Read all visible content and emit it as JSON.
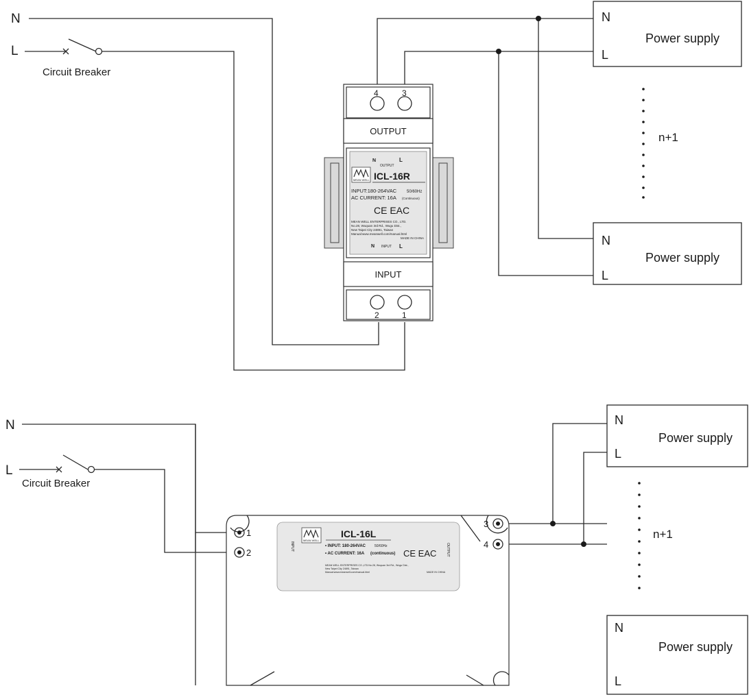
{
  "labels": {
    "n": "N",
    "l": "L",
    "breaker": "Circuit Breaker",
    "power_supply": "Power supply",
    "n_plus_1": "n+1"
  },
  "din_device": {
    "output": "OUTPUT",
    "input": "INPUT",
    "terminal_4": "4",
    "terminal_3": "3",
    "terminal_2": "2",
    "terminal_1": "1",
    "brand": "MEAN WELL",
    "model": "ICL-16R",
    "input_spec": "INPUT:180-264VAC",
    "freq": "50/60Hz",
    "current_spec": "AC CURRENT: 16A",
    "continuous": "(Continuous)",
    "marks": "CE EAC",
    "company": "MEAN WELL ENTERPRISES CO., LTD.",
    "address_1": "No.28, Wuquan 3rd Rd., Wugu Dist.,",
    "address_2": "New Taipei City 24891, Taiwan",
    "manual": "Manual:www.meanwell.com/manual.html",
    "made_in": "MADE IN CHINA",
    "output_small": "OUTPUT",
    "input_small": "INPUT",
    "n_small": "N",
    "l_small": "L"
  },
  "flat_device": {
    "model": "ICL-16L",
    "brand": "MEAN WELL",
    "input_spec": "• INPUT: 180-264VAC",
    "freq": "50/60Hz",
    "current_spec": "• AC CURRENT: 16A",
    "continuous": "(continuous)",
    "marks": "CE EAC",
    "company": "MEAN WELL ENTERPRISES CO.,LTD.No.28, Wuquan 3rd Rd., Wugu Dist.,",
    "address": "New Taipei City 24891, Taiwan",
    "manual": "Manual:www.meanwell.com/manual.html",
    "made_in": "MADE IN CHINA",
    "input_small": "INPUT",
    "output_small": "OUTPUT",
    "terminal_1": "1",
    "terminal_2": "2",
    "terminal_3": "3",
    "terminal_4": "4"
  },
  "colors": {
    "line": "#2a2a2a",
    "device_body": "#d9d9d9",
    "label_panel": "#e8e8e8"
  }
}
